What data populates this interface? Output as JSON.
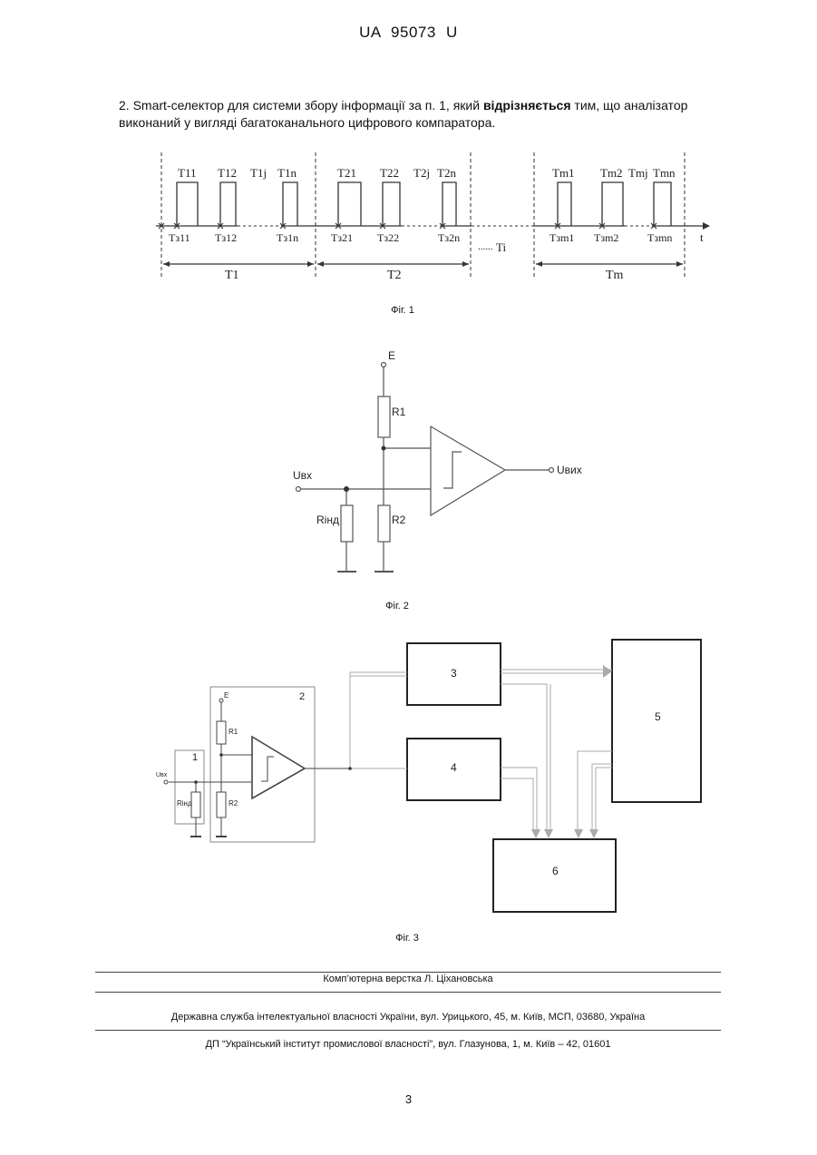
{
  "header": {
    "doc_id": "UA   95073   U"
  },
  "claim": {
    "part1": "2. Smart-селектор для системи збору інформації за п. 1, який ",
    "bold": "відрізняється",
    "part2": " тим, що аналізатор виконаний у вигляді багатоканального цифрового компаратора."
  },
  "fig1": {
    "caption": "Фіг. 1",
    "top_labels": [
      "T11",
      "T12",
      "T1j",
      "T1n",
      "T21",
      "T22",
      "T2j",
      "T2n",
      "Tm1",
      "Tm2",
      "Tmj",
      "Tmn"
    ],
    "bottom_labels": [
      "Tз11",
      "Tз12",
      "Tз1n",
      "Tз21",
      "Tз22",
      "Tз2n",
      "Tзm1",
      "Tзm2",
      "Tзmn"
    ],
    "time_axis": "t",
    "period_labels": [
      "T1",
      "T2",
      "Ti",
      "Tm"
    ],
    "dots": "......"
  },
  "fig2": {
    "caption": "Фіг. 2",
    "supply": "E",
    "r1": "R1",
    "r2": "R2",
    "rind": "Rінд",
    "uin": "Uвх",
    "uout": "Uвих"
  },
  "fig3": {
    "caption": "Фіг. 3",
    "block1": "1",
    "block2": "2",
    "block3": "3",
    "block4": "4",
    "block5": "5",
    "block6": "6",
    "supply": "E",
    "r1": "R1",
    "r2": "R2",
    "rind": "Rінд",
    "uin": "Uвх"
  },
  "footer": {
    "typesetting": "Комп’ютерна верстка Л. Ціхановська",
    "agency": "Державна служба інтелектуальної власності України, вул. Урицького, 45, м. Київ, МСП, 03680, Україна",
    "institute": "ДП “Український інститут промислової власності”, вул. Глазунова, 1, м. Київ – 42, 01601"
  },
  "page_number": "3"
}
